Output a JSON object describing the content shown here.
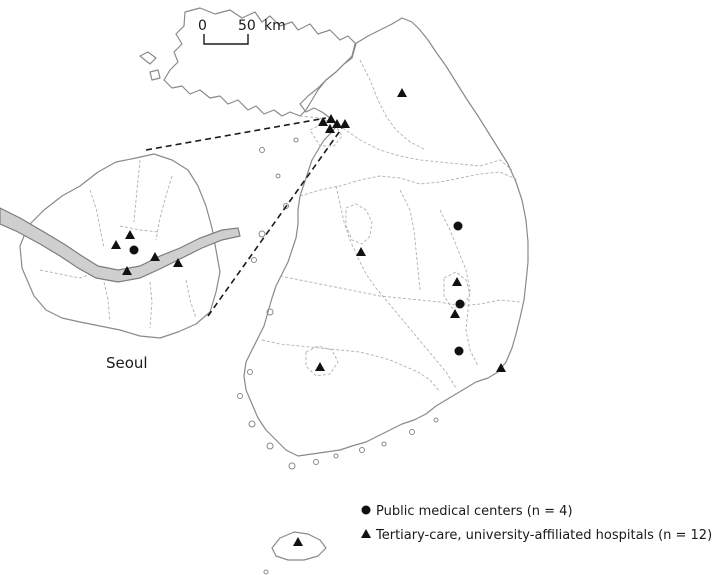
{
  "map": {
    "scale_bar": {
      "zero_label": "0",
      "distance_label": "50",
      "unit_label": "km"
    },
    "inset_label": "Seoul",
    "legend": {
      "public_label": "Public medical centers (n = 4)",
      "tertiary_label": "Tertiary-care, university-affiliated hospitals (n = 12)"
    },
    "marker_counts": {
      "public_medical_centers": 4,
      "tertiary_hospitals": 12
    },
    "colors": {
      "outline": "#8a8a8a",
      "marker": "#111111",
      "river": "#cfcfcf"
    }
  }
}
